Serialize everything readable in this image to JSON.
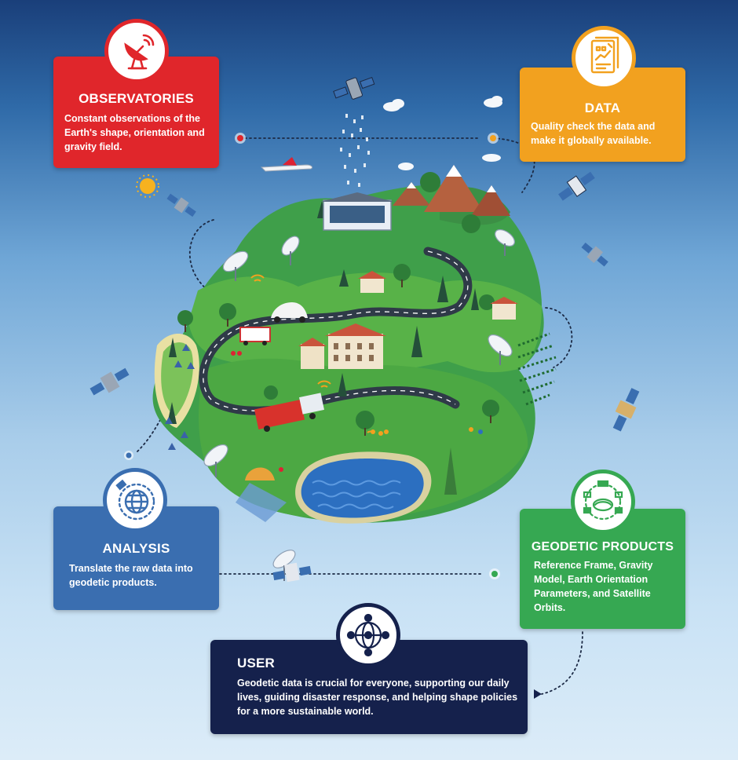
{
  "steps": {
    "observatories": {
      "title": "OBSERVATORIES",
      "description": "Constant observations of the Earth's shape, orientation and gravity field.",
      "color": "#e0262b",
      "icon": "satellite-dish-icon"
    },
    "data": {
      "title": "DATA",
      "description": "Quality check the data and make it globally available.",
      "color": "#f2a11f",
      "icon": "report-document-icon"
    },
    "analysis": {
      "title": "ANALYSIS",
      "description": "Translate the raw data into geodetic products.",
      "color": "#3a6eb0",
      "icon": "globe-satellite-icon"
    },
    "geodetic_products": {
      "title": "GEODETIC PRODUCTS",
      "description": "Reference Frame, Gravity Model, Earth Orientation Parameters, and Satellite Orbits.",
      "color": "#36a852",
      "icon": "orbit-satellites-icon"
    },
    "user": {
      "title": "USER",
      "description": "Geodetic data is crucial for everyone, supporting our daily lives, guiding disaster response, and helping shape policies for a more sustainable world.",
      "color": "#15214c",
      "icon": "connected-users-globe-icon"
    }
  }
}
